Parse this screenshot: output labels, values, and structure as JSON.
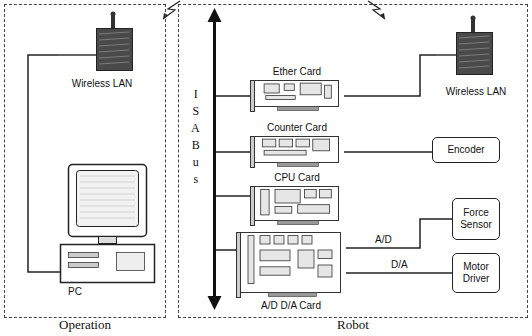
{
  "diagram": {
    "nodes": [
      {
        "text": [
          "Operation"
        ]
      },
      {
        "text": [
          "Wireless LAN"
        ],
        "in": 0
      },
      {
        "text": [
          "PC"
        ],
        "in": 0
      },
      {
        "text": [
          "Robot"
        ]
      },
      {
        "text": [
          "ISA Bus"
        ],
        "in": 3
      },
      {
        "text": [
          "Ether Card"
        ],
        "in": 3
      },
      {
        "text": [
          "Wireless LAN"
        ],
        "in": 3
      },
      {
        "text": [
          "Counter Card"
        ],
        "in": 3
      },
      {
        "text": [
          "Encoder"
        ],
        "in": 3
      },
      {
        "text": [
          "CPU Card"
        ],
        "in": 3
      },
      {
        "text": [
          "Force Sensor"
        ],
        "in": 3
      },
      {
        "text": [
          "A/D D/A Card"
        ],
        "in": 3
      },
      {
        "text": [
          "Motor Driver"
        ],
        "in": 3
      }
    ],
    "edges": [
      {
        "from": 1,
        "to": 2,
        "arrow": "none"
      },
      {
        "from": 4,
        "to": 5,
        "arrow": "none"
      },
      {
        "from": 5,
        "to": 6,
        "arrow": "none"
      },
      {
        "from": 4,
        "to": 7,
        "arrow": "none"
      },
      {
        "from": 7,
        "to": 8,
        "arrow": "none"
      },
      {
        "from": 4,
        "to": 9,
        "arrow": "none"
      },
      {
        "from": 4,
        "to": 11,
        "arrow": "none"
      },
      {
        "from": 11,
        "to": 10,
        "label": "A/D",
        "arrow": "none"
      },
      {
        "from": 11,
        "to": 12,
        "label": "D/A",
        "arrow": "none"
      }
    ]
  }
}
